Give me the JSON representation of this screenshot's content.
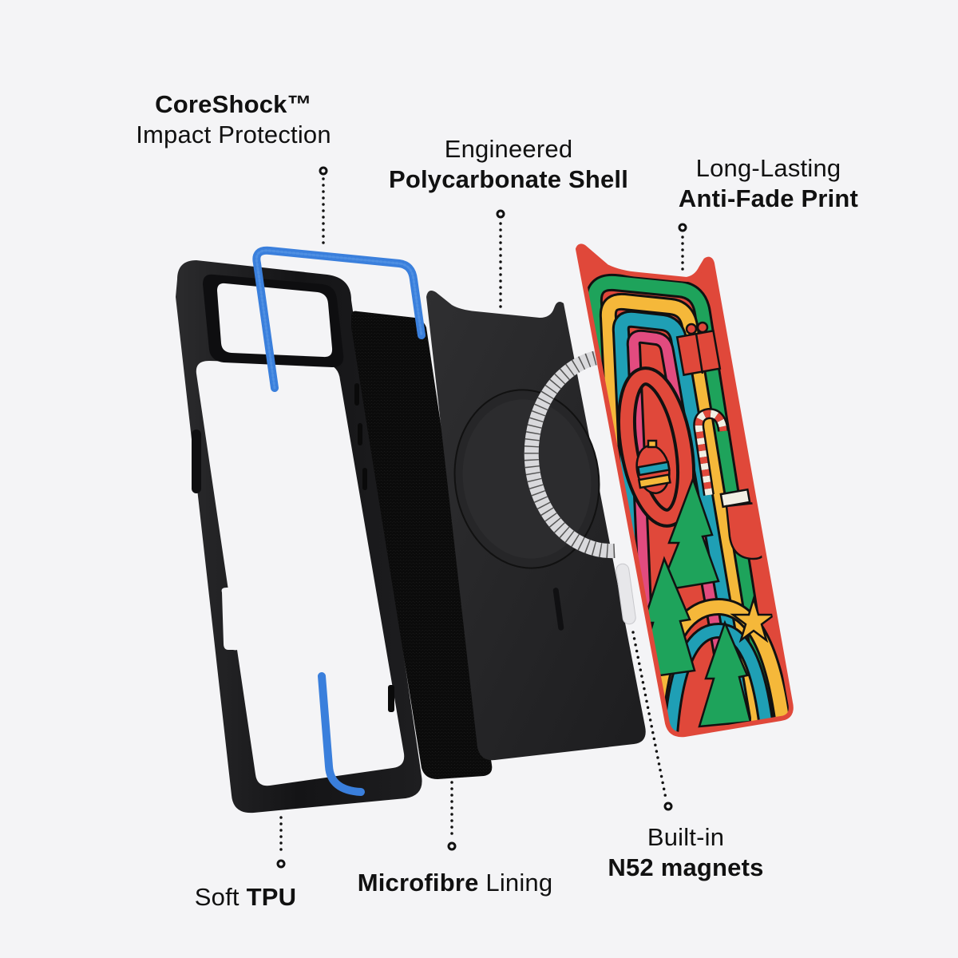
{
  "background_color": "#f4f4f6",
  "colors": {
    "tpu_frame": "#1c1c1e",
    "coreshock_blue": "#3a7fdc",
    "microfibre": "#0d0d0d",
    "shell": "#2a2a2c",
    "magnet_ring": "#d9d9dc",
    "print_red": "#e0483a",
    "print_green": "#1ea35b",
    "print_yellow": "#f5b83a",
    "print_teal": "#1f9fb5",
    "print_pink": "#e24b7f",
    "print_cream": "#f2efe4",
    "outline": "#111111"
  },
  "callouts": {
    "coreshock": {
      "bold": "CoreShock™",
      "regular": "Impact Protection"
    },
    "shell": {
      "regular": "Engineered",
      "bold": "Polycarbonate Shell"
    },
    "print": {
      "regular": "Long-Lasting",
      "bold": "Anti-Fade Print"
    },
    "tpu": {
      "regular": "Soft",
      "bold": "TPU"
    },
    "lining": {
      "bold": "Microfibre",
      "regular": "Lining"
    },
    "magnets": {
      "regular": "Built-in",
      "bold": "N52 magnets"
    }
  },
  "layers": [
    {
      "name": "Soft TPU frame"
    },
    {
      "name": "CoreShock impact band"
    },
    {
      "name": "Microfibre lining"
    },
    {
      "name": "Polycarbonate shell"
    },
    {
      "name": "N52 magnet ring"
    },
    {
      "name": "Anti-fade printed back"
    }
  ]
}
